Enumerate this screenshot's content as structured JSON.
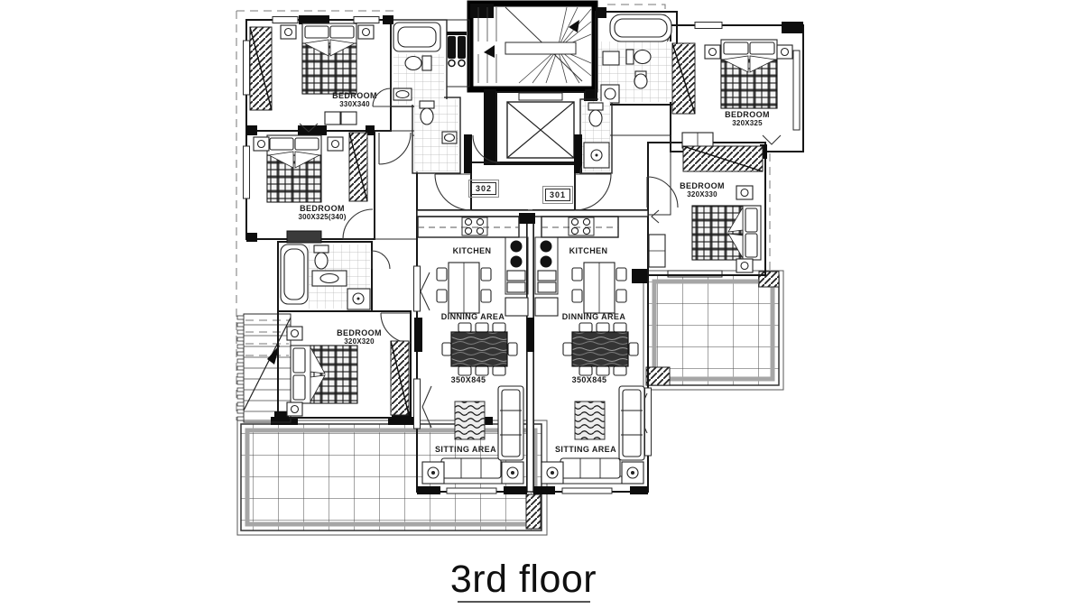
{
  "title": {
    "text": "3rd floor"
  },
  "units": {
    "left_tag": "302",
    "right_tag": "301"
  },
  "labels": {
    "bedroom_tl": {
      "name": "BEDROOM",
      "dim": "330X340"
    },
    "bedroom_ml": {
      "name": "BEDROOM",
      "dim": "300X325(340)"
    },
    "bedroom_bl": {
      "name": "BEDROOM",
      "dim": "320X320"
    },
    "bedroom_tr": {
      "name": "BEDROOM",
      "dim": "320X325"
    },
    "bedroom_mr": {
      "name": "BEDROOM",
      "dim": "320X330"
    },
    "kitchen_left": {
      "name": "KITCHEN"
    },
    "kitchen_right": {
      "name": "KITCHEN"
    },
    "dining_left": {
      "name": "DINNING AREA",
      "dim": "350X845"
    },
    "dining_right": {
      "name": "DINNING AREA",
      "dim": "350X845"
    },
    "sitting_left": {
      "name": "SITTING AREA"
    },
    "sitting_right": {
      "name": "SITTING AREA"
    }
  },
  "colors": {
    "line": "#1a1a1a",
    "paper": "#ffffff",
    "balcony_border": "#a6a6a6"
  }
}
